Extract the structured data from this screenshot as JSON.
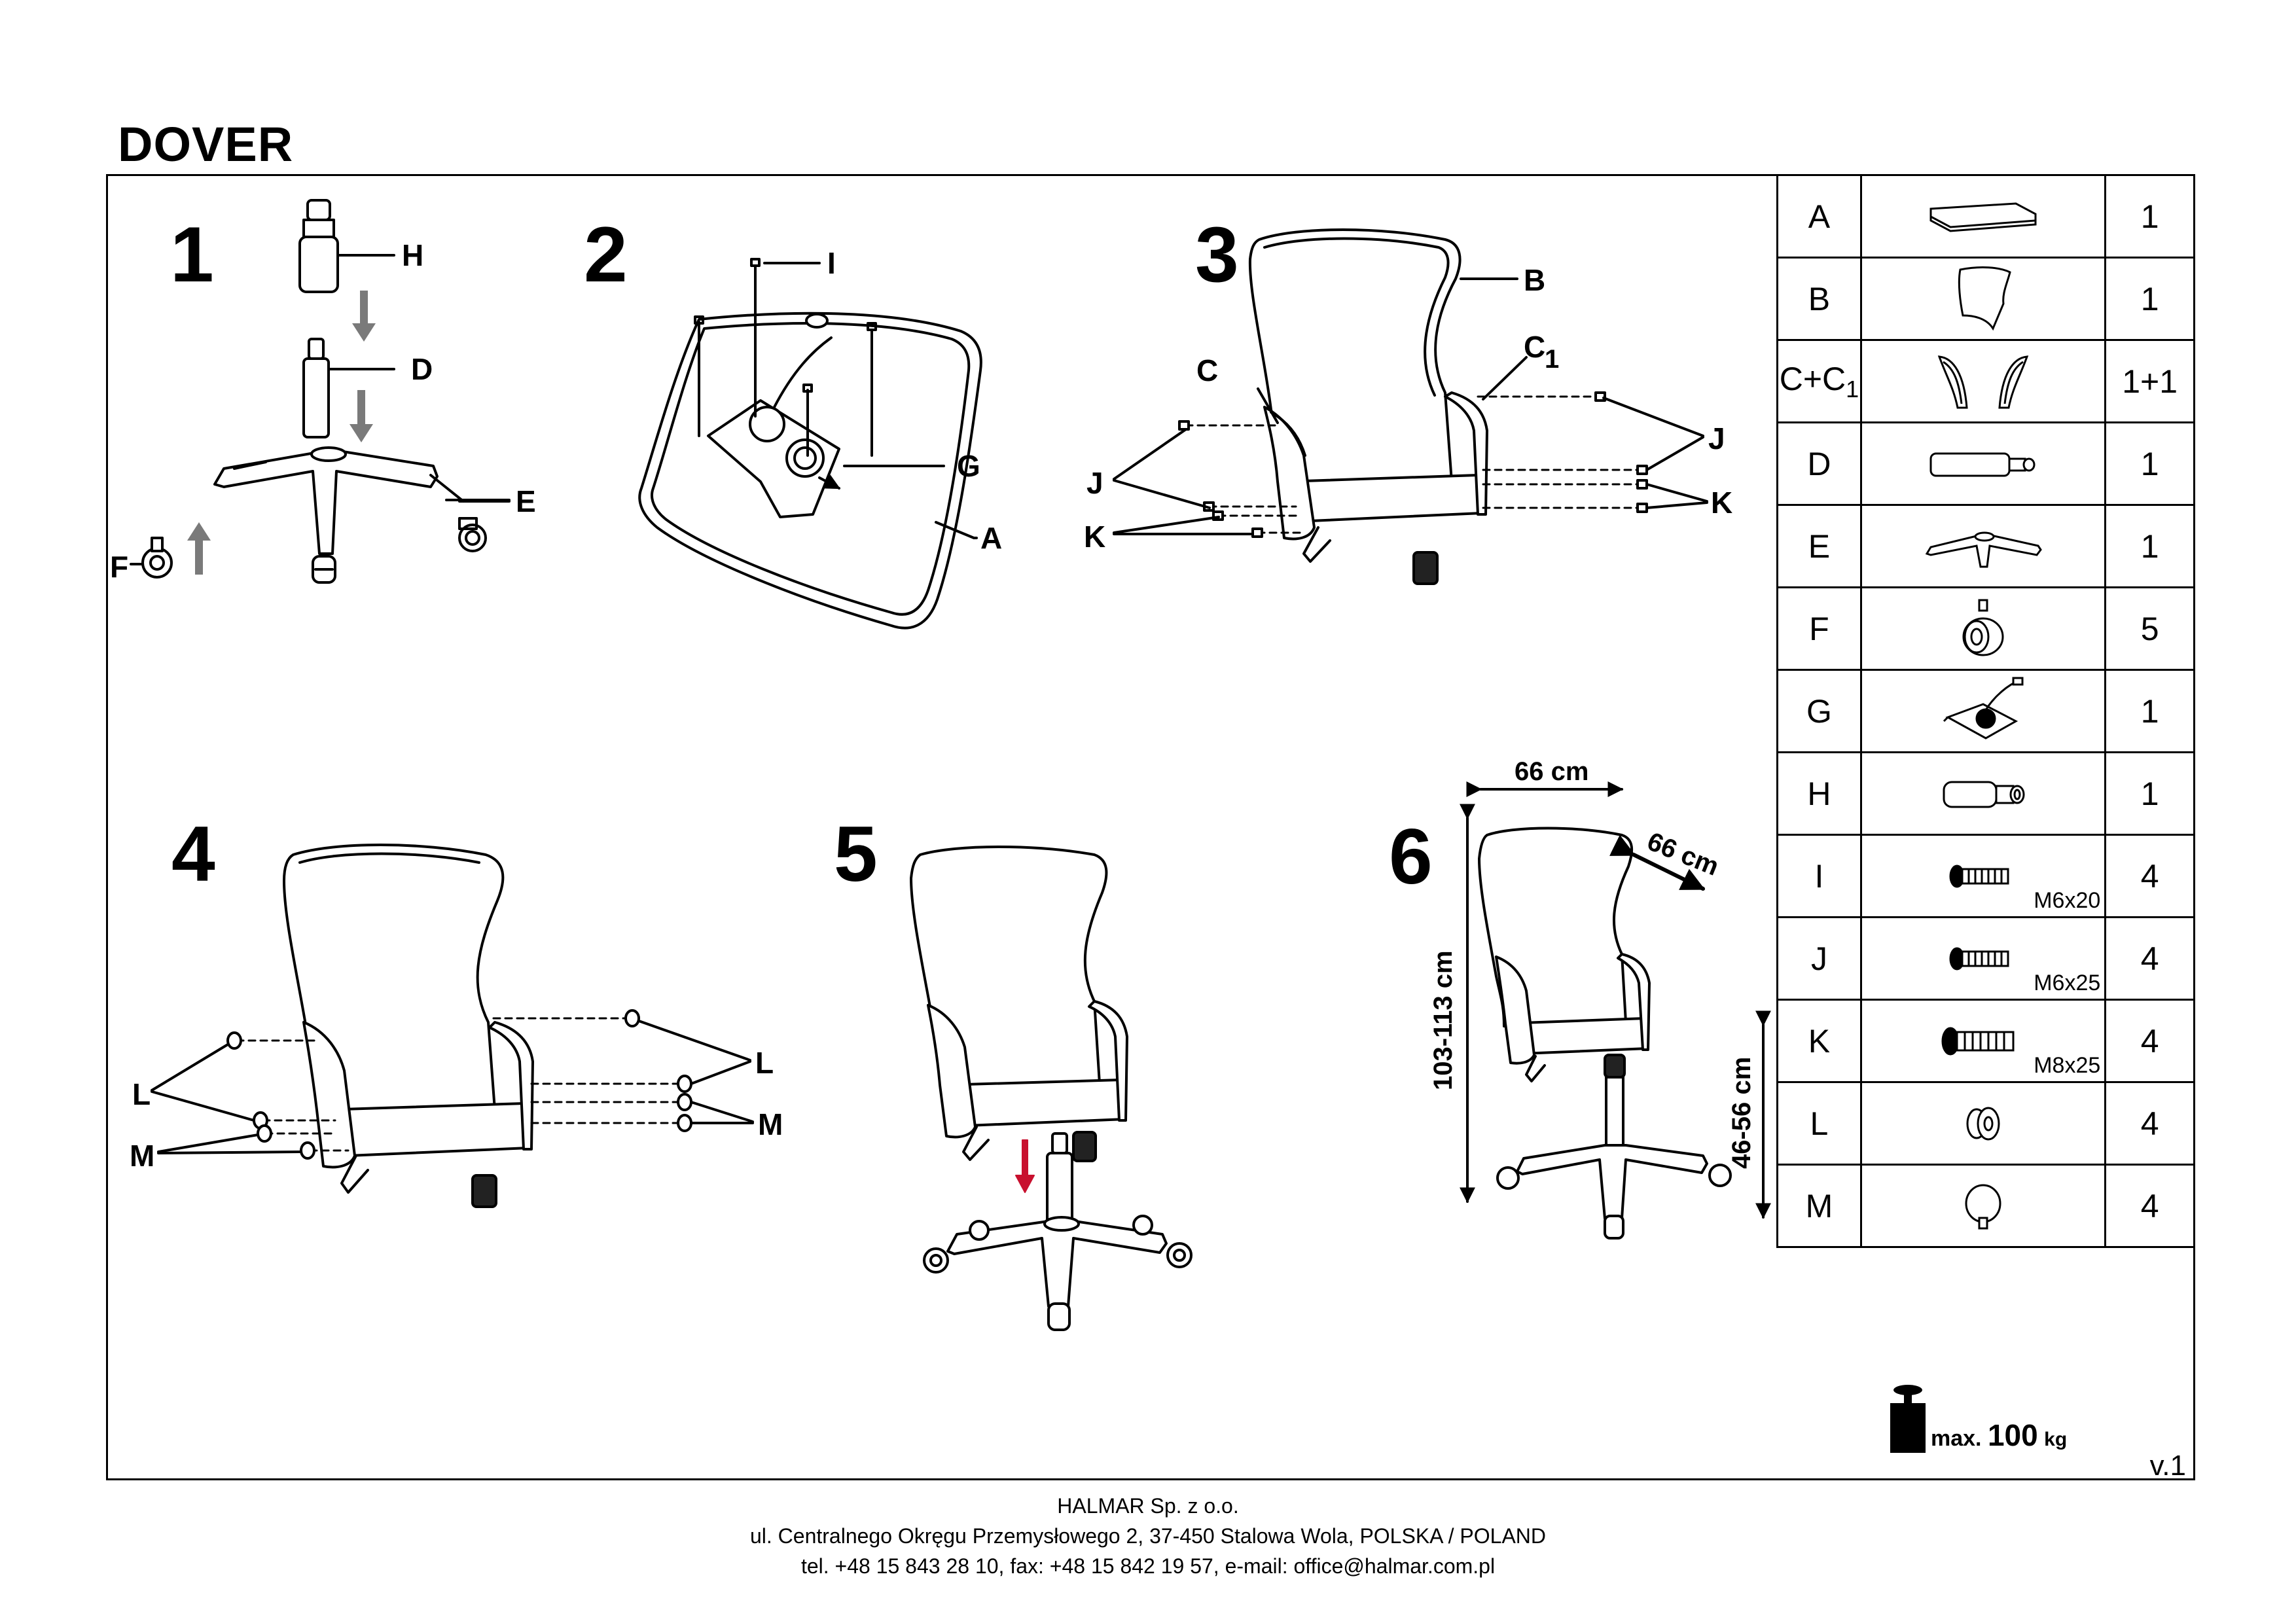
{
  "document": {
    "title": "DOVER",
    "version": "v.1"
  },
  "steps": [
    {
      "number": "1",
      "labels": [
        "H",
        "D",
        "E",
        "F"
      ]
    },
    {
      "number": "2",
      "labels": [
        "I",
        "G",
        "A"
      ]
    },
    {
      "number": "3",
      "labels": [
        "B",
        "C",
        "C",
        "1",
        "J",
        "J",
        "K",
        "K"
      ]
    },
    {
      "number": "4",
      "labels": [
        "L",
        "L",
        "M",
        "M"
      ]
    },
    {
      "number": "5",
      "labels": []
    },
    {
      "number": "6",
      "labels": []
    }
  ],
  "dimensions": {
    "width": "66 cm",
    "depth": "66 cm",
    "height": "103-113 cm",
    "seat_height": "46-56 cm"
  },
  "parts": [
    {
      "letter": "A",
      "qty": "1",
      "spec": "",
      "icon": "seat-plate-icon"
    },
    {
      "letter": "B",
      "qty": "1",
      "spec": "",
      "icon": "backrest-icon"
    },
    {
      "letter": "C+C",
      "sub": "1",
      "qty": "1+1",
      "spec": "",
      "icon": "armrests-icon"
    },
    {
      "letter": "D",
      "qty": "1",
      "spec": "",
      "icon": "gas-lift-icon"
    },
    {
      "letter": "E",
      "qty": "1",
      "spec": "",
      "icon": "star-base-icon"
    },
    {
      "letter": "F",
      "qty": "5",
      "spec": "",
      "icon": "caster-icon"
    },
    {
      "letter": "G",
      "qty": "1",
      "spec": "",
      "icon": "mechanism-icon"
    },
    {
      "letter": "H",
      "qty": "1",
      "spec": "",
      "icon": "cylinder-cover-icon"
    },
    {
      "letter": "I",
      "qty": "4",
      "spec": "M6x20",
      "icon": "bolt-icon"
    },
    {
      "letter": "J",
      "qty": "4",
      "spec": "M6x25",
      "icon": "bolt-icon"
    },
    {
      "letter": "K",
      "qty": "4",
      "spec": "M8x25",
      "icon": "bolt-large-icon"
    },
    {
      "letter": "L",
      "qty": "4",
      "spec": "",
      "icon": "cap-icon"
    },
    {
      "letter": "M",
      "qty": "4",
      "spec": "",
      "icon": "knob-icon"
    }
  ],
  "weight": {
    "prefix": "max.",
    "value": "100",
    "unit": "kg",
    "icon": "weight-icon"
  },
  "footer": {
    "company": "HALMAR Sp. z o.o.",
    "address": "ul. Centralnego Okręgu Przemysłowego 2, 37-450 Stalowa Wola, POLSKA / POLAND",
    "contact": "tel. +48 15 843 28 10, fax: +48 15 842 19 57, e-mail: office@halmar.com.pl"
  }
}
